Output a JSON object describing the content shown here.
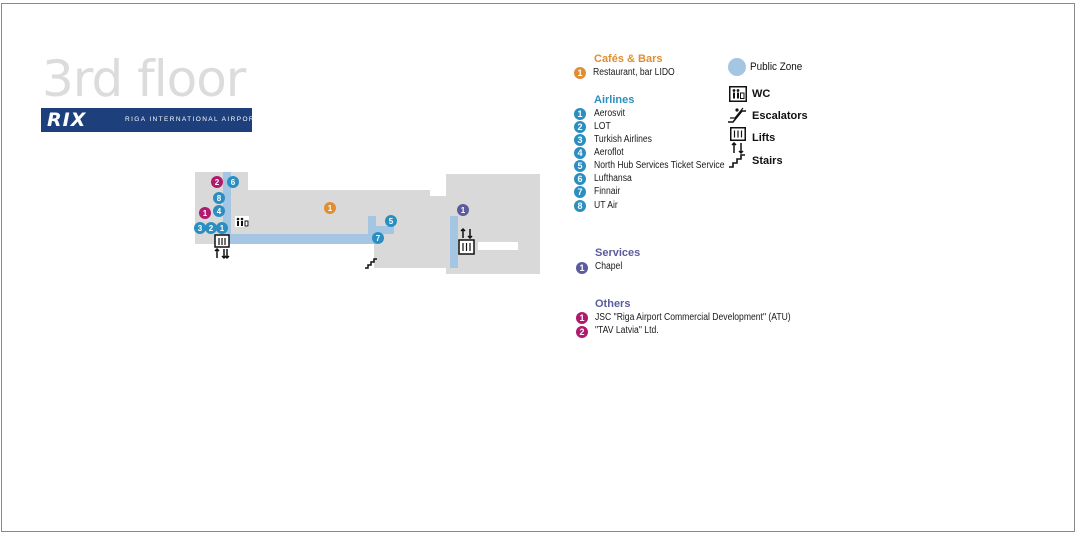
{
  "map": {
    "floor_title": "3rd floor",
    "logo_mark": "RIX",
    "logo_subtitle": "RIGA INTERNATIONAL AIRPORT",
    "colors": {
      "building": "#d9d9d9",
      "public_zone": "#a4c6e3",
      "cafes": "#e08e32",
      "airlines": "#2a8fc0",
      "services": "#5b5b9e",
      "others": "#b0196e",
      "logo": "#1d3f7c"
    },
    "markers": [
      {
        "group": "others",
        "label": "2"
      },
      {
        "group": "airlines",
        "label": "6"
      },
      {
        "group": "airlines",
        "label": "8"
      },
      {
        "group": "others",
        "label": "1"
      },
      {
        "group": "airlines",
        "label": "4"
      },
      {
        "group": "airlines",
        "label": "3"
      },
      {
        "group": "airlines",
        "label": "2"
      },
      {
        "group": "airlines",
        "label": "1"
      },
      {
        "group": "cafes",
        "label": "1"
      },
      {
        "group": "airlines",
        "label": "5"
      },
      {
        "group": "airlines",
        "label": "7"
      },
      {
        "group": "services",
        "label": "1"
      }
    ],
    "map_icons": [
      "wc-icon",
      "lift-icon",
      "escalator-icon",
      "stairs-icon",
      "lift-icon",
      "escalator-icon"
    ]
  },
  "legend": {
    "cafes": {
      "title": "Cafés & Bars",
      "items": [
        {
          "num": "1",
          "label": "Restaurant, bar  LIDO"
        }
      ]
    },
    "airlines": {
      "title": "Airlines",
      "items": [
        {
          "num": "1",
          "label": "Aerosvit"
        },
        {
          "num": "2",
          "label": "LOT"
        },
        {
          "num": "3",
          "label": "Turkish Airlines"
        },
        {
          "num": "4",
          "label": "Aeroflot"
        },
        {
          "num": "5",
          "label": "North Hub Services Ticket Service"
        },
        {
          "num": "6",
          "label": "Lufthansa"
        },
        {
          "num": "7",
          "label": "Finnair"
        },
        {
          "num": "8",
          "label": "UT Air"
        }
      ]
    },
    "services": {
      "title": "Services",
      "items": [
        {
          "num": "1",
          "label": "Chapel"
        }
      ]
    },
    "others": {
      "title": "Others",
      "items": [
        {
          "num": "1",
          "label": "JSC \"Riga Airport Commercial Development\" (ATU)"
        },
        {
          "num": "2",
          "label": "\"TAV Latvia\" Ltd."
        }
      ]
    },
    "symbols": {
      "public_zone": "Public Zone",
      "wc": "WC",
      "escalators": "Escalators",
      "lifts": "Lifts",
      "stairs": "Stairs"
    }
  }
}
